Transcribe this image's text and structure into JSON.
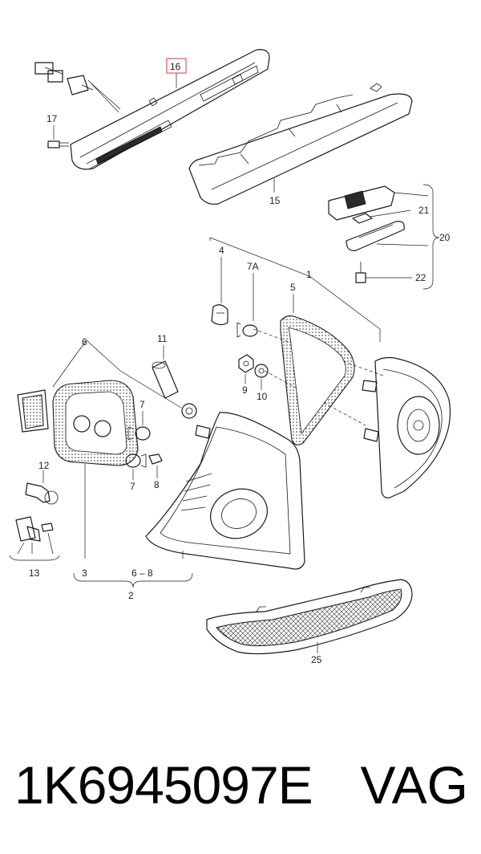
{
  "callouts": {
    "c16": "16",
    "c17": "17",
    "c15": "15",
    "c21": "21",
    "c20": "20",
    "c22": "22",
    "c4": "4",
    "c7A": "7A",
    "c5": "5",
    "c1": "1",
    "c11": "11",
    "c6": "6",
    "c9": "9",
    "c10": "10",
    "c7a": "7",
    "c7b": "7",
    "c8": "8",
    "c12": "12",
    "c13": "13",
    "c3": "3",
    "c68": "6 – 8",
    "c2": "2",
    "c25": "25"
  },
  "highlight_color": "#e05a5a",
  "caption": {
    "part_number": "1K6945097E",
    "brand": "VAG"
  }
}
